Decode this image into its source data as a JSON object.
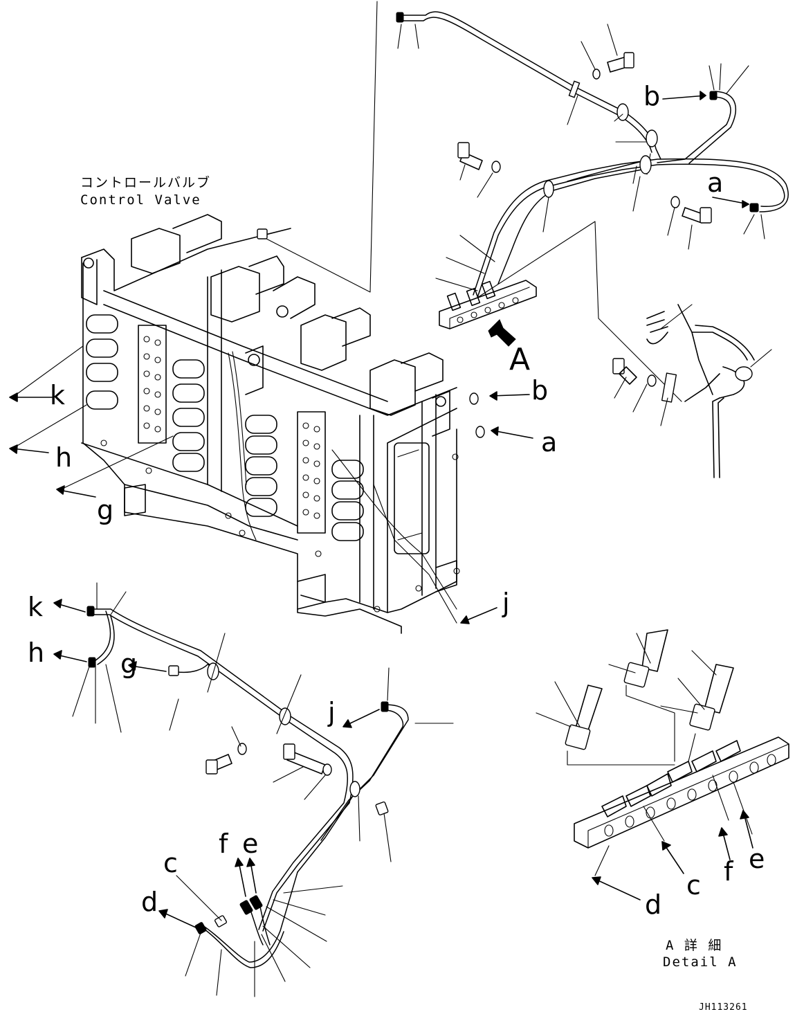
{
  "title_jp": "コントロールバルブ",
  "title_en": "Control Valve",
  "detail_jp": "A 詳 細",
  "detail_en": "Detail A",
  "view_label": "A",
  "drawing_code": "JH113261",
  "port_labels": [
    "a",
    "b",
    "c",
    "d",
    "e",
    "f",
    "g",
    "h",
    "j",
    "k"
  ]
}
